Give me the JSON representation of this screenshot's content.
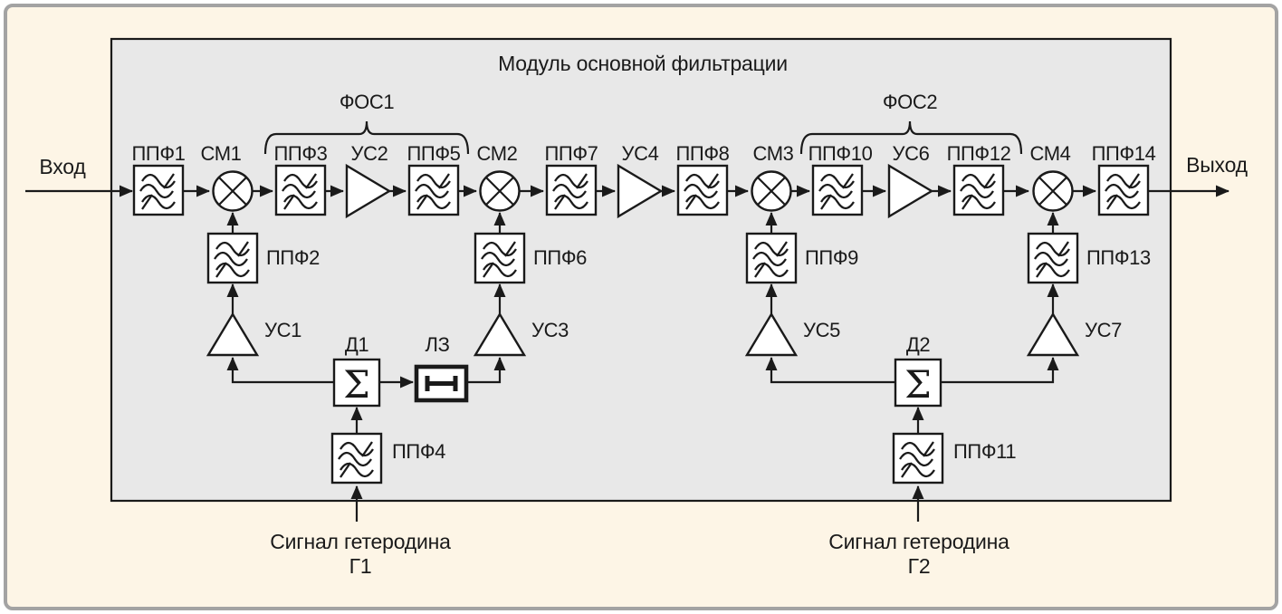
{
  "title": "Модуль основной фильтрации",
  "io": {
    "input": "Вход",
    "output": "Выход"
  },
  "groups": {
    "fos1": "ФОС1",
    "fos2": "ФОС2"
  },
  "blocks": {
    "ppf1": "ППФ1",
    "ppf2": "ППФ2",
    "ppf3": "ППФ3",
    "ppf4": "ППФ4",
    "ppf5": "ППФ5",
    "ppf6": "ППФ6",
    "ppf7": "ППФ7",
    "ppf8": "ППФ8",
    "ppf9": "ППФ9",
    "ppf10": "ППФ10",
    "ppf11": "ППФ11",
    "ppf12": "ППФ12",
    "ppf13": "ППФ13",
    "ppf14": "ППФ14",
    "sm1": "СМ1",
    "sm2": "СМ2",
    "sm3": "СМ3",
    "sm4": "СМ4",
    "us1": "УС1",
    "us2": "УС2",
    "us3": "УС3",
    "us4": "УС4",
    "us5": "УС5",
    "us6": "УС6",
    "us7": "УС7",
    "d1": "Д1",
    "d2": "Д2",
    "lz": "ЛЗ",
    "sum": "Σ"
  },
  "lo": {
    "g1_line1": "Сигнал гетеродина",
    "g1_line2": "Г1",
    "g2_line1": "Сигнал гетеродина",
    "g2_line2": "Г2"
  },
  "colors": {
    "canvas": "#fdf5e6",
    "module": "#e8e8e8",
    "line": "#1a1a1a",
    "frame": "#a3a3a3",
    "block_fill": "#ffffff"
  }
}
